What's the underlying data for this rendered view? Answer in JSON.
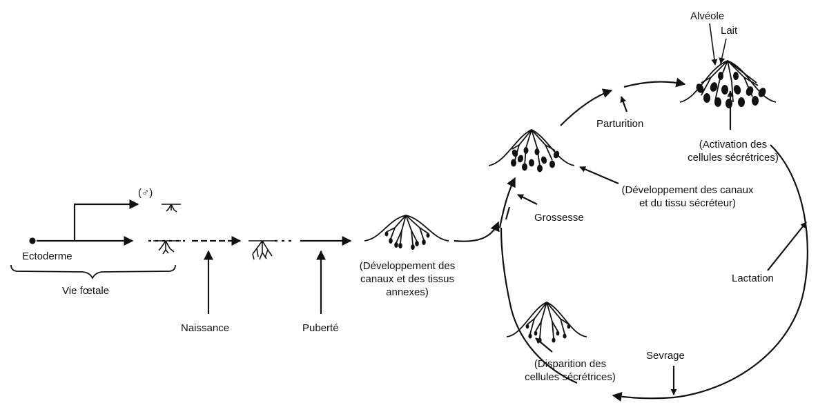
{
  "labels": {
    "male_symbol": "(♂)",
    "ectoderm": "Ectoderme",
    "fetal_life": "Vie fœtale",
    "birth": "Naissance",
    "puberty": "Puberté",
    "ducts_annex": "(Développement des\ncanaux et des tissus\nannexes)",
    "pregnancy": "Grossesse",
    "ducts_secretory": "(Développement des canaux\net du tissu sécréteur)",
    "parturition": "Parturition",
    "activation": "(Activation des\ncellules sécrétrices)",
    "alveolus": "Alvéole",
    "milk": "Lait",
    "lactation": "Lactation",
    "weaning": "Sevrage",
    "disappearance": "(Disparition des\ncellules sécrétrices)"
  },
  "colors": {
    "ink": "#111111",
    "background": "#ffffff"
  }
}
